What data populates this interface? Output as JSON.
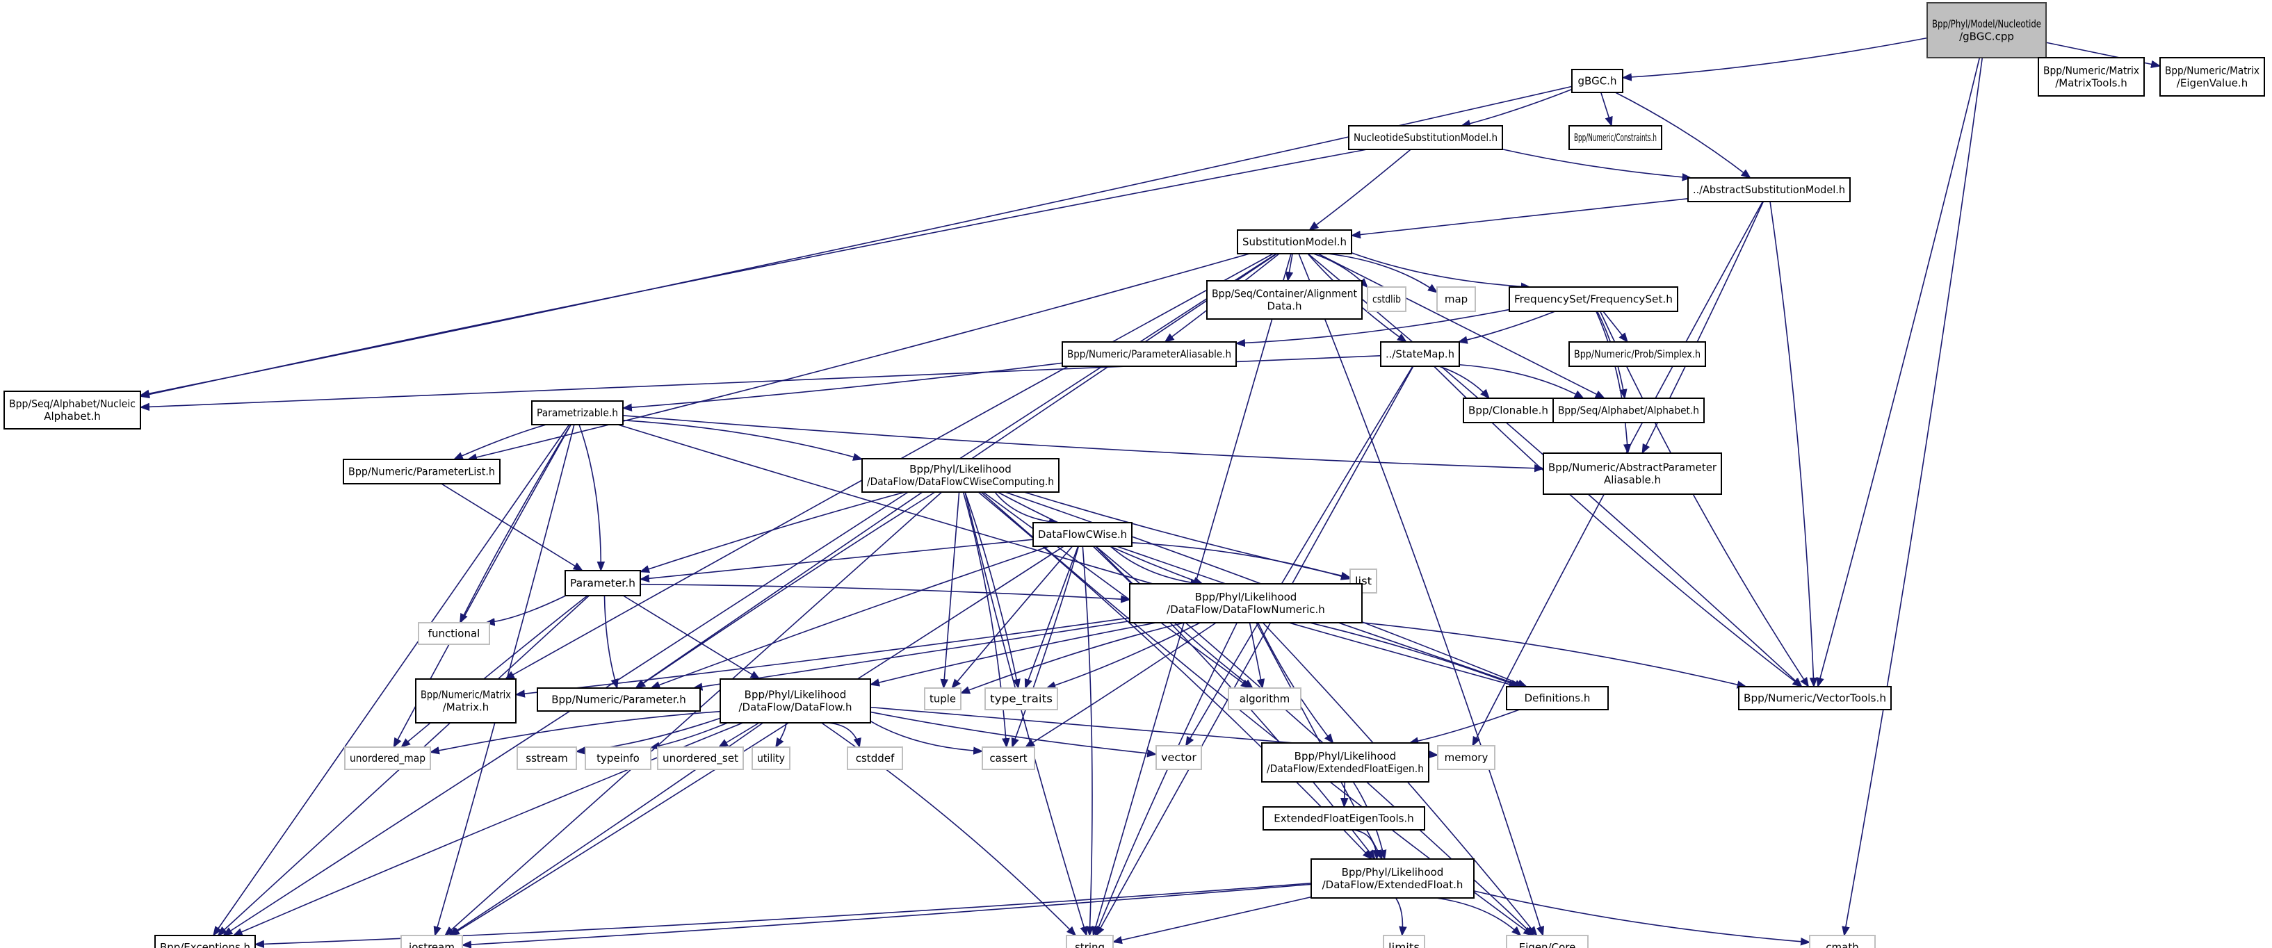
{
  "title": "Bpp/Phyl/Model/Nucleotide/gBGC.cpp",
  "colors": {
    "edge": "#191970",
    "root_fill": "#bfbfbf",
    "external_border": "#bfbfbf",
    "node_border": "#000000"
  },
  "nodes": [
    {
      "id": "root",
      "lines": [
        "Bpp/Phyl/Model/Nucleotide",
        "/gBGC.cpp"
      ],
      "kind": "root"
    },
    {
      "id": "gbgch",
      "lines": [
        "gBGC.h"
      ]
    },
    {
      "id": "nsm",
      "lines": [
        "NucleotideSubstitutionModel.h"
      ]
    },
    {
      "id": "constraints",
      "lines": [
        "Bpp/Numeric/Constraints.h"
      ]
    },
    {
      "id": "asm",
      "lines": [
        "../AbstractSubstitutionModel.h"
      ]
    },
    {
      "id": "matrixtools",
      "lines": [
        "Bpp/Numeric/Matrix",
        "/MatrixTools.h"
      ]
    },
    {
      "id": "eigenvalue",
      "lines": [
        "Bpp/Numeric/Matrix",
        "/EigenValue.h"
      ]
    },
    {
      "id": "sm",
      "lines": [
        "SubstitutionModel.h"
      ]
    },
    {
      "id": "aligndata",
      "lines": [
        "Bpp/Seq/Container/Alignment",
        "Data.h"
      ]
    },
    {
      "id": "cstdlib",
      "lines": [
        "cstdlib"
      ],
      "kind": "ext"
    },
    {
      "id": "map",
      "lines": [
        "map"
      ],
      "kind": "ext"
    },
    {
      "id": "freqset",
      "lines": [
        "FrequencySet/FrequencySet.h"
      ]
    },
    {
      "id": "paramalias",
      "lines": [
        "Bpp/Numeric/ParameterAliasable.h"
      ]
    },
    {
      "id": "statemap",
      "lines": [
        "../StateMap.h"
      ]
    },
    {
      "id": "simplex",
      "lines": [
        "Bpp/Numeric/Prob/Simplex.h"
      ]
    },
    {
      "id": "nucalpha",
      "lines": [
        "Bpp/Seq/Alphabet/Nucleic",
        "Alphabet.h"
      ]
    },
    {
      "id": "parametrizable",
      "lines": [
        "Parametrizable.h"
      ]
    },
    {
      "id": "clonable",
      "lines": [
        "Bpp/Clonable.h"
      ]
    },
    {
      "id": "alphabet",
      "lines": [
        "Bpp/Seq/Alphabet/Alphabet.h"
      ]
    },
    {
      "id": "paramlist",
      "lines": [
        "Bpp/Numeric/ParameterList.h"
      ]
    },
    {
      "id": "dfcwc",
      "lines": [
        "Bpp/Phyl/Likelihood",
        "/DataFlow/DataFlowCWiseComputing.h"
      ]
    },
    {
      "id": "absparamalias",
      "lines": [
        "Bpp/Numeric/AbstractParameter",
        "Aliasable.h"
      ]
    },
    {
      "id": "dfcwise",
      "lines": [
        "DataFlowCWise.h"
      ]
    },
    {
      "id": "list",
      "lines": [
        "list"
      ],
      "kind": "ext"
    },
    {
      "id": "parameterh",
      "lines": [
        "Parameter.h"
      ]
    },
    {
      "id": "functional",
      "lines": [
        "functional"
      ],
      "kind": "ext"
    },
    {
      "id": "dfnumeric",
      "lines": [
        "Bpp/Phyl/Likelihood",
        "/DataFlow/DataFlowNumeric.h"
      ]
    },
    {
      "id": "definitions",
      "lines": [
        "Definitions.h"
      ]
    },
    {
      "id": "vectortools",
      "lines": [
        "Bpp/Numeric/VectorTools.h"
      ]
    },
    {
      "id": "matrix",
      "lines": [
        "Bpp/Numeric/Matrix",
        "/Matrix.h"
      ]
    },
    {
      "id": "numparam",
      "lines": [
        "Bpp/Numeric/Parameter.h"
      ]
    },
    {
      "id": "dataflow",
      "lines": [
        "Bpp/Phyl/Likelihood",
        "/DataFlow/DataFlow.h"
      ]
    },
    {
      "id": "tuple",
      "lines": [
        "tuple"
      ],
      "kind": "ext"
    },
    {
      "id": "type_traits",
      "lines": [
        "type_traits"
      ],
      "kind": "ext"
    },
    {
      "id": "algorithm",
      "lines": [
        "algorithm"
      ],
      "kind": "ext"
    },
    {
      "id": "unordered_map",
      "lines": [
        "unordered_map"
      ],
      "kind": "ext"
    },
    {
      "id": "sstream",
      "lines": [
        "sstream"
      ],
      "kind": "ext"
    },
    {
      "id": "typeinfo",
      "lines": [
        "typeinfo"
      ],
      "kind": "ext"
    },
    {
      "id": "unordered_set",
      "lines": [
        "unordered_set"
      ],
      "kind": "ext"
    },
    {
      "id": "utility",
      "lines": [
        "utility"
      ],
      "kind": "ext"
    },
    {
      "id": "cstddef",
      "lines": [
        "cstddef"
      ],
      "kind": "ext"
    },
    {
      "id": "cassert",
      "lines": [
        "cassert"
      ],
      "kind": "ext"
    },
    {
      "id": "vector",
      "lines": [
        "vector"
      ],
      "kind": "ext"
    },
    {
      "id": "efeigen",
      "lines": [
        "Bpp/Phyl/Likelihood",
        "/DataFlow/ExtendedFloatEigen.h"
      ]
    },
    {
      "id": "memory",
      "lines": [
        "memory"
      ],
      "kind": "ext"
    },
    {
      "id": "efeigentools",
      "lines": [
        "ExtendedFloatEigenTools.h"
      ]
    },
    {
      "id": "extfloat",
      "lines": [
        "Bpp/Phyl/Likelihood",
        "/DataFlow/ExtendedFloat.h"
      ]
    },
    {
      "id": "exceptions",
      "lines": [
        "Bpp/Exceptions.h"
      ]
    },
    {
      "id": "iostream",
      "lines": [
        "iostream"
      ],
      "kind": "ext"
    },
    {
      "id": "string",
      "lines": [
        "string"
      ],
      "kind": "ext"
    },
    {
      "id": "limits",
      "lines": [
        "limits"
      ],
      "kind": "ext"
    },
    {
      "id": "eigencore",
      "lines": [
        "Eigen/Core"
      ],
      "kind": "ext"
    },
    {
      "id": "cmath",
      "lines": [
        "cmath"
      ],
      "kind": "ext"
    }
  ],
  "edges": [
    [
      "root",
      "gbgch"
    ],
    [
      "root",
      "matrixtools"
    ],
    [
      "root",
      "eigenvalue"
    ],
    [
      "root",
      "vectortools"
    ],
    [
      "root",
      "cmath"
    ],
    [
      "gbgch",
      "nucalpha"
    ],
    [
      "gbgch",
      "nsm"
    ],
    [
      "gbgch",
      "constraints"
    ],
    [
      "gbgch",
      "asm"
    ],
    [
      "nsm",
      "nucalpha"
    ],
    [
      "nsm",
      "sm"
    ],
    [
      "nsm",
      "asm"
    ],
    [
      "asm",
      "sm"
    ],
    [
      "asm",
      "absparamalias"
    ],
    [
      "asm",
      "vectortools"
    ],
    [
      "asm",
      "memory"
    ],
    [
      "sm",
      "exceptions"
    ],
    [
      "sm",
      "string"
    ],
    [
      "sm",
      "matrix"
    ],
    [
      "sm",
      "numparam"
    ],
    [
      "sm",
      "paramlist"
    ],
    [
      "sm",
      "paramalias"
    ],
    [
      "sm",
      "aligndata"
    ],
    [
      "sm",
      "cstdlib"
    ],
    [
      "sm",
      "map"
    ],
    [
      "sm",
      "freqset"
    ],
    [
      "sm",
      "statemap"
    ],
    [
      "sm",
      "alphabet"
    ],
    [
      "sm",
      "vectortools"
    ],
    [
      "sm",
      "eigencore"
    ],
    [
      "freqset",
      "paramalias"
    ],
    [
      "freqset",
      "statemap"
    ],
    [
      "freqset",
      "simplex"
    ],
    [
      "freqset",
      "alphabet"
    ],
    [
      "freqset",
      "absparamalias"
    ],
    [
      "freqset",
      "vectortools"
    ],
    [
      "paramalias",
      "parametrizable"
    ],
    [
      "statemap",
      "nucalpha"
    ],
    [
      "statemap",
      "clonable"
    ],
    [
      "statemap",
      "alphabet"
    ],
    [
      "statemap",
      "vectortools"
    ],
    [
      "statemap",
      "vector"
    ],
    [
      "statemap",
      "string"
    ],
    [
      "parametrizable",
      "paramlist"
    ],
    [
      "parametrizable",
      "parameterh"
    ],
    [
      "parametrizable",
      "functional"
    ],
    [
      "parametrizable",
      "unordered_map"
    ],
    [
      "parametrizable",
      "exceptions"
    ],
    [
      "parametrizable",
      "iostream"
    ],
    [
      "parametrizable",
      "dfcwc"
    ],
    [
      "parametrizable",
      "absparamalias"
    ],
    [
      "parametrizable",
      "definitions"
    ],
    [
      "paramlist",
      "parameterh"
    ],
    [
      "dfcwc",
      "parameterh"
    ],
    [
      "dfcwc",
      "numparam"
    ],
    [
      "dfcwc",
      "dfcwise"
    ],
    [
      "dfcwc",
      "list"
    ],
    [
      "dfcwc",
      "tuple"
    ],
    [
      "dfcwc",
      "type_traits"
    ],
    [
      "dfcwc",
      "cassert"
    ],
    [
      "dfcwc",
      "iostream"
    ],
    [
      "dfcwc",
      "dfnumeric"
    ],
    [
      "dfcwc",
      "algorithm"
    ],
    [
      "dfcwc",
      "definitions"
    ],
    [
      "dfcwc",
      "extfloat"
    ],
    [
      "dfcwc",
      "eigencore"
    ],
    [
      "dfcwc",
      "string"
    ],
    [
      "dfcwise",
      "parameterh"
    ],
    [
      "dfcwise",
      "numparam"
    ],
    [
      "dfcwise",
      "list"
    ],
    [
      "dfcwise",
      "dfnumeric"
    ],
    [
      "dfcwise",
      "tuple"
    ],
    [
      "dfcwise",
      "type_traits"
    ],
    [
      "dfcwise",
      "cassert"
    ],
    [
      "dfcwise",
      "string"
    ],
    [
      "dfcwise",
      "iostream"
    ],
    [
      "dfcwise",
      "algorithm"
    ],
    [
      "dfcwise",
      "definitions"
    ],
    [
      "dfcwise",
      "eigencore"
    ],
    [
      "dfcwise",
      "extfloat"
    ],
    [
      "parameterh",
      "functional"
    ],
    [
      "parameterh",
      "numparam"
    ],
    [
      "parameterh",
      "dataflow"
    ],
    [
      "parameterh",
      "dfnumeric"
    ],
    [
      "parameterh",
      "unordered_map"
    ],
    [
      "parameterh",
      "exceptions"
    ],
    [
      "dfnumeric",
      "matrix"
    ],
    [
      "dfnumeric",
      "numparam"
    ],
    [
      "dfnumeric",
      "dataflow"
    ],
    [
      "dfnumeric",
      "tuple"
    ],
    [
      "dfnumeric",
      "type_traits"
    ],
    [
      "dfnumeric",
      "cassert"
    ],
    [
      "dfnumeric",
      "algorithm"
    ],
    [
      "dfnumeric",
      "definitions"
    ],
    [
      "dfnumeric",
      "vectortools"
    ],
    [
      "dfnumeric",
      "string"
    ],
    [
      "dfnumeric",
      "efeigen"
    ],
    [
      "dfnumeric",
      "extfloat"
    ],
    [
      "dfnumeric",
      "eigencore"
    ],
    [
      "dataflow",
      "unordered_map"
    ],
    [
      "dataflow",
      "sstream"
    ],
    [
      "dataflow",
      "typeinfo"
    ],
    [
      "dataflow",
      "unordered_set"
    ],
    [
      "dataflow",
      "utility"
    ],
    [
      "dataflow",
      "cstddef"
    ],
    [
      "dataflow",
      "cassert"
    ],
    [
      "dataflow",
      "vector"
    ],
    [
      "dataflow",
      "memory"
    ],
    [
      "dataflow",
      "exceptions"
    ],
    [
      "dataflow",
      "string"
    ],
    [
      "dataflow",
      "iostream"
    ],
    [
      "definitions",
      "efeigen"
    ],
    [
      "efeigen",
      "efeigentools"
    ],
    [
      "efeigen",
      "extfloat"
    ],
    [
      "efeigentools",
      "extfloat"
    ],
    [
      "extfloat",
      "exceptions"
    ],
    [
      "extfloat",
      "iostream"
    ],
    [
      "extfloat",
      "string"
    ],
    [
      "extfloat",
      "limits"
    ],
    [
      "extfloat",
      "eigencore"
    ],
    [
      "extfloat",
      "cmath"
    ]
  ]
}
